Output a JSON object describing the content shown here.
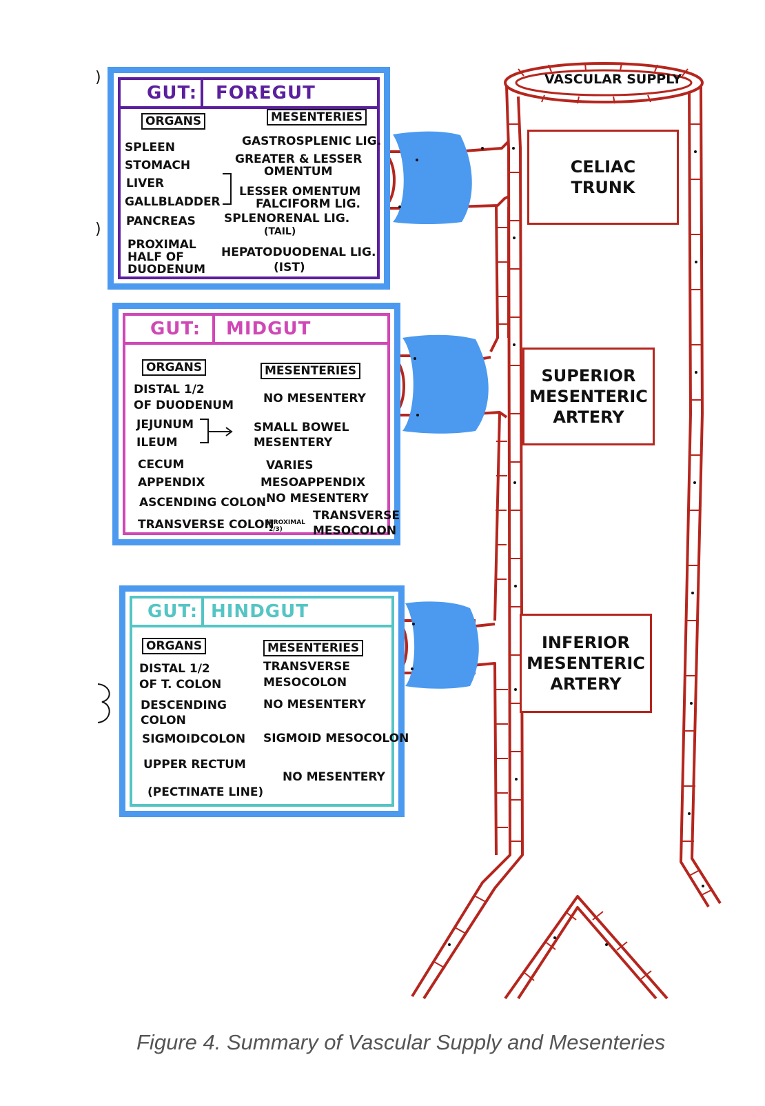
{
  "aorta": {
    "label": "VASCULAR SUPPLY"
  },
  "colors": {
    "vessel": "#b5261e",
    "panel_border": "#4b9af0",
    "foregut": "#5b1f9e",
    "midgut": "#cf48b5",
    "hindgut": "#55c4c4"
  },
  "arteries": {
    "celiac": "CELIAC\nTRUNK",
    "sma": "SUPERIOR\nMESENTERIC\nARTERY",
    "ima": "INFERIOR\nMESENTERIC\nARTERY"
  },
  "foregut": {
    "gut_label": "GUT:",
    "name": "FOREGUT",
    "organs_header": "ORGANS",
    "mesenteries_header": "MESENTERIES",
    "organs": [
      "SPLEEN",
      "STOMACH",
      "LIVER",
      "GALLBLADDER",
      "PANCREAS",
      "PROXIMAL",
      "HALF OF",
      "DUODENUM"
    ],
    "mesenteries": [
      "GASTROSPLENIC LIG.",
      "GREATER & LESSER",
      "OMENTUM",
      "LESSER OMENTUM",
      "FALCIFORM LIG.",
      "SPLENORENAL LIG.",
      "(TAIL)",
      "HEPATODUODENAL LIG.",
      "(IST)"
    ]
  },
  "midgut": {
    "gut_label": "GUT:",
    "name": "MIDGUT",
    "organs_header": "ORGANS",
    "mesenteries_header": "MESENTERIES",
    "organs": [
      "DISTAL 1/2",
      "OF DUODENUM",
      "JEJUNUM",
      "ILEUM",
      "CECUM",
      "APPENDIX",
      "ASCENDING COLON",
      "TRANSVERSE COLON"
    ],
    "organ_note": [
      "(PROXIMAL",
      "2/3)"
    ],
    "mesenteries": [
      "NO MESENTERY",
      "SMALL BOWEL",
      "MESENTERY",
      "VARIES",
      "MESOAPPENDIX",
      "NO MESENTERY",
      "TRANSVERSE",
      "MESOCOLON"
    ]
  },
  "hindgut": {
    "gut_label": "GUT:",
    "name": "HINDGUT",
    "organs_header": "ORGANS",
    "mesenteries_header": "MESENTERIES",
    "organs": [
      "DISTAL 1/2",
      "OF T. COLON",
      "DESCENDING",
      "COLON",
      "SIGMOIDCOLON",
      "UPPER RECTUM",
      "(PECTINATE LINE)"
    ],
    "mesenteries": [
      "TRANSVERSE",
      "MESOCOLON",
      "NO MESENTERY",
      "SIGMOID MESOCOLON",
      "NO MESENTERY"
    ]
  },
  "caption": "Figure 4. Summary of Vascular Supply and Mesenteries"
}
